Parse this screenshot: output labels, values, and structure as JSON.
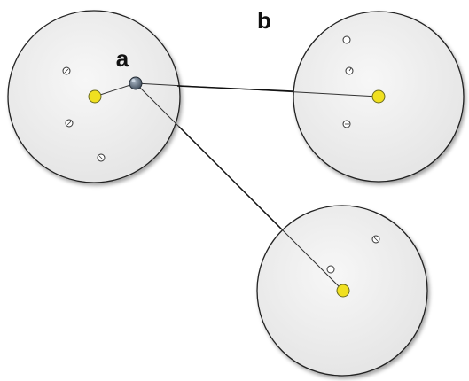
{
  "labels": {
    "a": "a",
    "b": "b"
  },
  "colors": {
    "cluster_fill": "#f2f2f2",
    "cluster_stroke": "#202020",
    "head_node": "#f0e020",
    "member_node": "#ffffff",
    "sink_node": "#5f6f82",
    "link": "#222222"
  },
  "clusters": [
    {
      "name": "top-left",
      "member_count": 3
    },
    {
      "name": "top-right",
      "member_count": 3
    },
    {
      "name": "bottom-right",
      "member_count": 2
    }
  ],
  "links": [
    {
      "from": "cluster-head-1",
      "to": "sink-node-a"
    },
    {
      "from": "sink-node-a",
      "to": "cluster-head-2"
    },
    {
      "from": "sink-node-a",
      "to": "cluster-head-3"
    }
  ]
}
